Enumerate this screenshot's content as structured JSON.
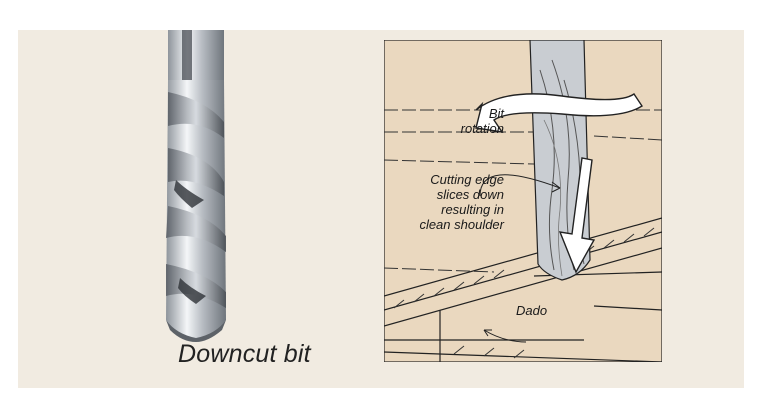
{
  "caption": "Downcut bit",
  "labels": {
    "rotation": "Bit\nrotation",
    "cutting_edge": "Cutting edge\nslices down\nresulting in\nclean shoulder",
    "dado": "Dado"
  },
  "colors": {
    "panel_bg": "#f1ebe1",
    "wood": "#ead8bf",
    "bit_steel": "#c9cdd2",
    "line": "#222222"
  }
}
